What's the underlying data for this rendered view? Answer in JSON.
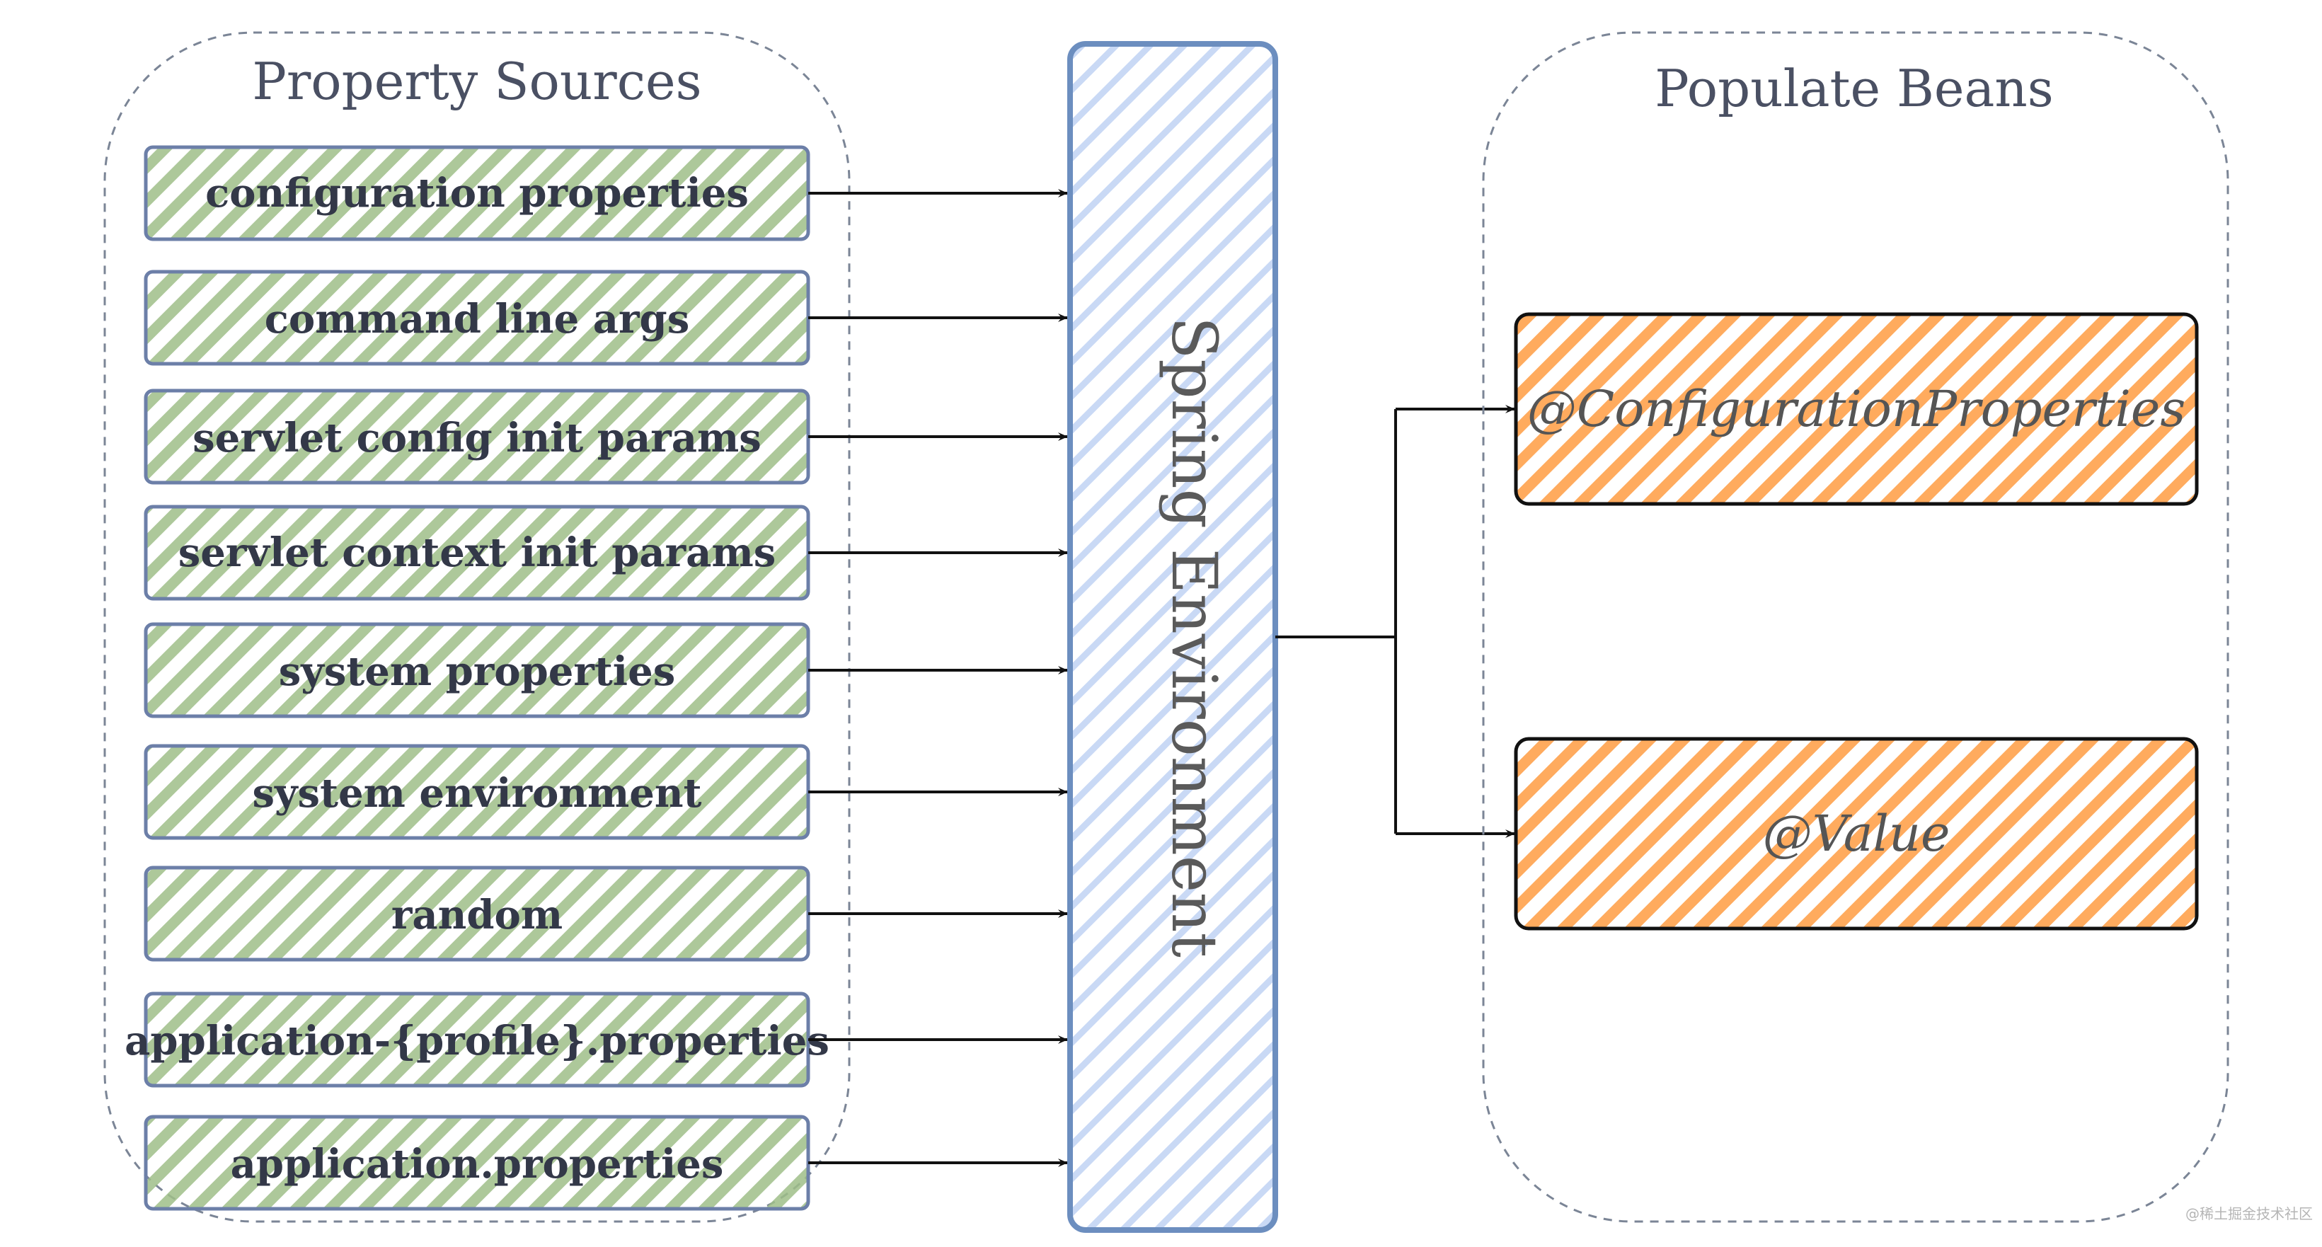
{
  "property_sources": {
    "title": "Property Sources",
    "items": [
      {
        "label": "configuration properties"
      },
      {
        "label": "command line args"
      },
      {
        "label": "servlet config init params"
      },
      {
        "label": "servlet context init params"
      },
      {
        "label": "system properties"
      },
      {
        "label": "system environment"
      },
      {
        "label": "random"
      },
      {
        "label": "application-{profile}.properties"
      },
      {
        "label": "application.properties"
      }
    ]
  },
  "environment": {
    "label": "Spring Environment"
  },
  "populate_beans": {
    "title": "Populate Beans",
    "items": [
      {
        "label": "@ConfigurationProperties"
      },
      {
        "label": "@Value"
      }
    ]
  },
  "watermark": "@稀土掘金技术社区",
  "colors": {
    "source_fill": "#9fbf88",
    "source_stroke": "#6c7fa8",
    "environment_fill": "#c9d9f5",
    "environment_stroke": "#6c8ebf",
    "bean_fill": "#ffab5e",
    "bean_stroke": "#111111",
    "group_border": "#7b8596"
  }
}
